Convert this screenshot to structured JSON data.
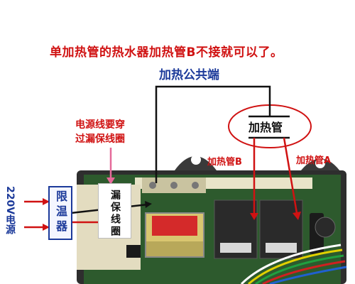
{
  "title": "单加热管的热水器加热管B不接就可以了。",
  "labels": {
    "common_terminal": "加热公共端",
    "heater_center": "加热管",
    "heater_b": "加热管B",
    "heater_a": "加热管A",
    "power_wire_line1": "电源线要穿",
    "power_wire_line2": "过漏保线圈",
    "leak_coil": "漏保线圈",
    "temp_limiter": "限温器",
    "mains": "220V电源"
  },
  "colors": {
    "annotation_red": "#d01212",
    "annotation_blue": "#1c3a9a",
    "pcb_green": "#2d5a2d",
    "relay": "#2a2a2a"
  }
}
